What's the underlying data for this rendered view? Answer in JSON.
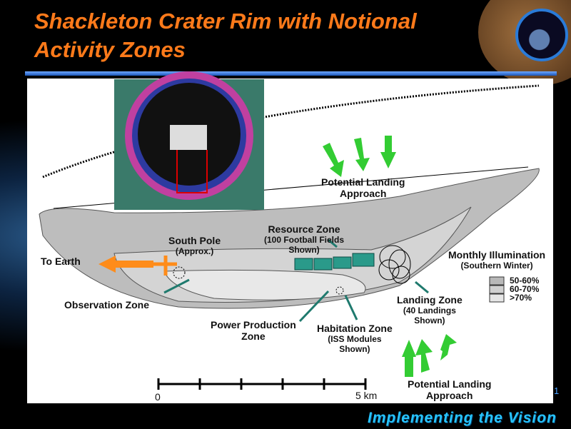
{
  "title": {
    "line1": "Shackleton Crater Rim with Notional",
    "line2": "Activity Zones"
  },
  "labels": {
    "potential_landing_top": [
      "Potential Landing",
      "Approach"
    ],
    "potential_landing_bottom": [
      "Potential Landing",
      "Approach"
    ],
    "resource_zone": [
      "Resource Zone",
      "(100 Football Fields",
      "Shown)"
    ],
    "south_pole": [
      "South Pole",
      "(Approx.)"
    ],
    "to_earth": "To Earth",
    "observation_zone": "Observation Zone",
    "power_production_zone": [
      "Power Production",
      "Zone"
    ],
    "habitation_zone": [
      "Habitation Zone",
      "(ISS Modules",
      "Shown)"
    ],
    "landing_zone": [
      "Landing Zone",
      "(40 Landings",
      "Shown)"
    ]
  },
  "legend": {
    "title": "Monthly Illumination",
    "subtitle": "(Southern Winter)",
    "items": [
      {
        "label": "50-60%",
        "color": "#b8b8b8"
      },
      {
        "label": "60-70%",
        "color": "#d0d0d0"
      },
      {
        "label": ">70%",
        "color": "#e6e6e6"
      }
    ]
  },
  "scale": {
    "start": "0",
    "end": "5 km"
  },
  "footer": "Implementing the Vision",
  "page_number": "1",
  "colors": {
    "title": "#ff7a1a",
    "arrow_green": "#33cc33",
    "arrow_orange": "#ff8c1a",
    "teal": "#1f7a6e"
  }
}
